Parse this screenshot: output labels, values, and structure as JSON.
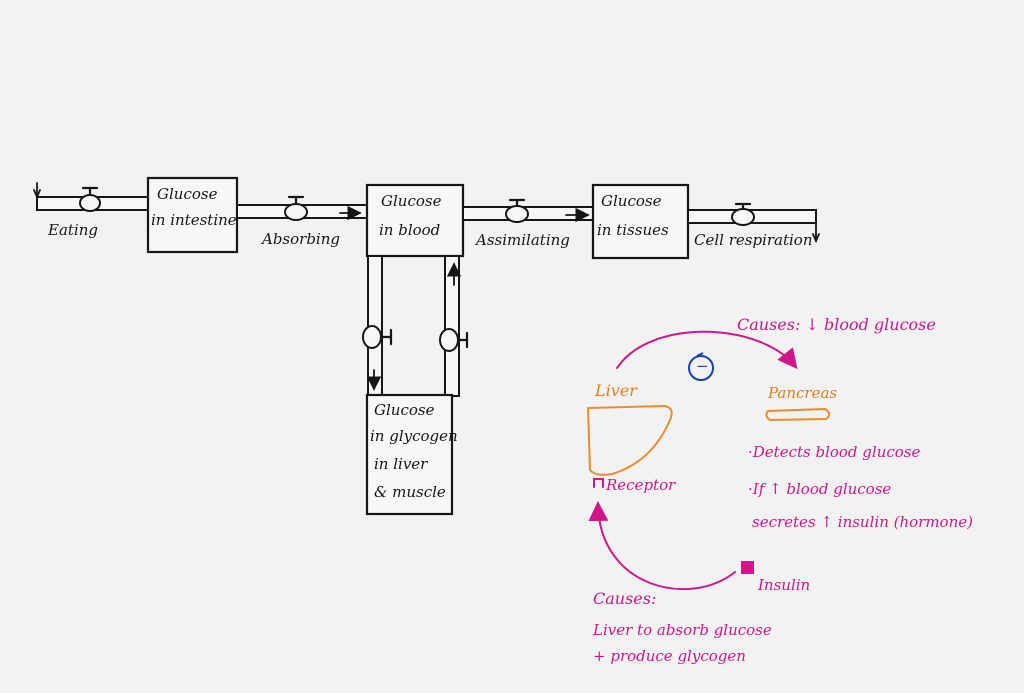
{
  "stocks": {
    "intestine": {
      "line1": "Glucose",
      "line2": "in intestine"
    },
    "blood": {
      "line1": "Glucose",
      "line2": "in blood"
    },
    "tissues": {
      "line1": "Glucose",
      "line2": "in tissues"
    },
    "glycogen": {
      "line1": "Glucose",
      "line2": "in glycogen",
      "line3": "in liver",
      "line4": "& muscle"
    }
  },
  "flows": {
    "eating": "Eating",
    "absorbing": "Absorbing",
    "assimilating": "Assimilating",
    "cell_respiration": "Cell respiration"
  },
  "feedback": {
    "causes_top_prefix": "Causes:",
    "causes_top_arrow": "↓",
    "causes_top_text": "blood glucose",
    "loop_sign": "−",
    "liver": "Liver",
    "pancreas": "Pancreas",
    "receptor": "Receptor",
    "detects_line": "·Detects blood glucose",
    "if_prefix": "·If",
    "if_arrow": "↑",
    "if_text": "blood glucose",
    "secretes_prefix": "secretes",
    "secretes_arrow": "↑",
    "secretes_text": "insulin (hormone)",
    "insulin": "Insulin",
    "causes_bottom_title": "Causes:",
    "causes_bottom_line1": "Liver to absorb glucose",
    "causes_bottom_line2": "+ produce glycogen"
  },
  "colors": {
    "ink": "#161616",
    "pink": "#d0168a",
    "orange": "#ef8a2e",
    "blue": "#1a3fb5",
    "paper": "#f2f2f2"
  }
}
